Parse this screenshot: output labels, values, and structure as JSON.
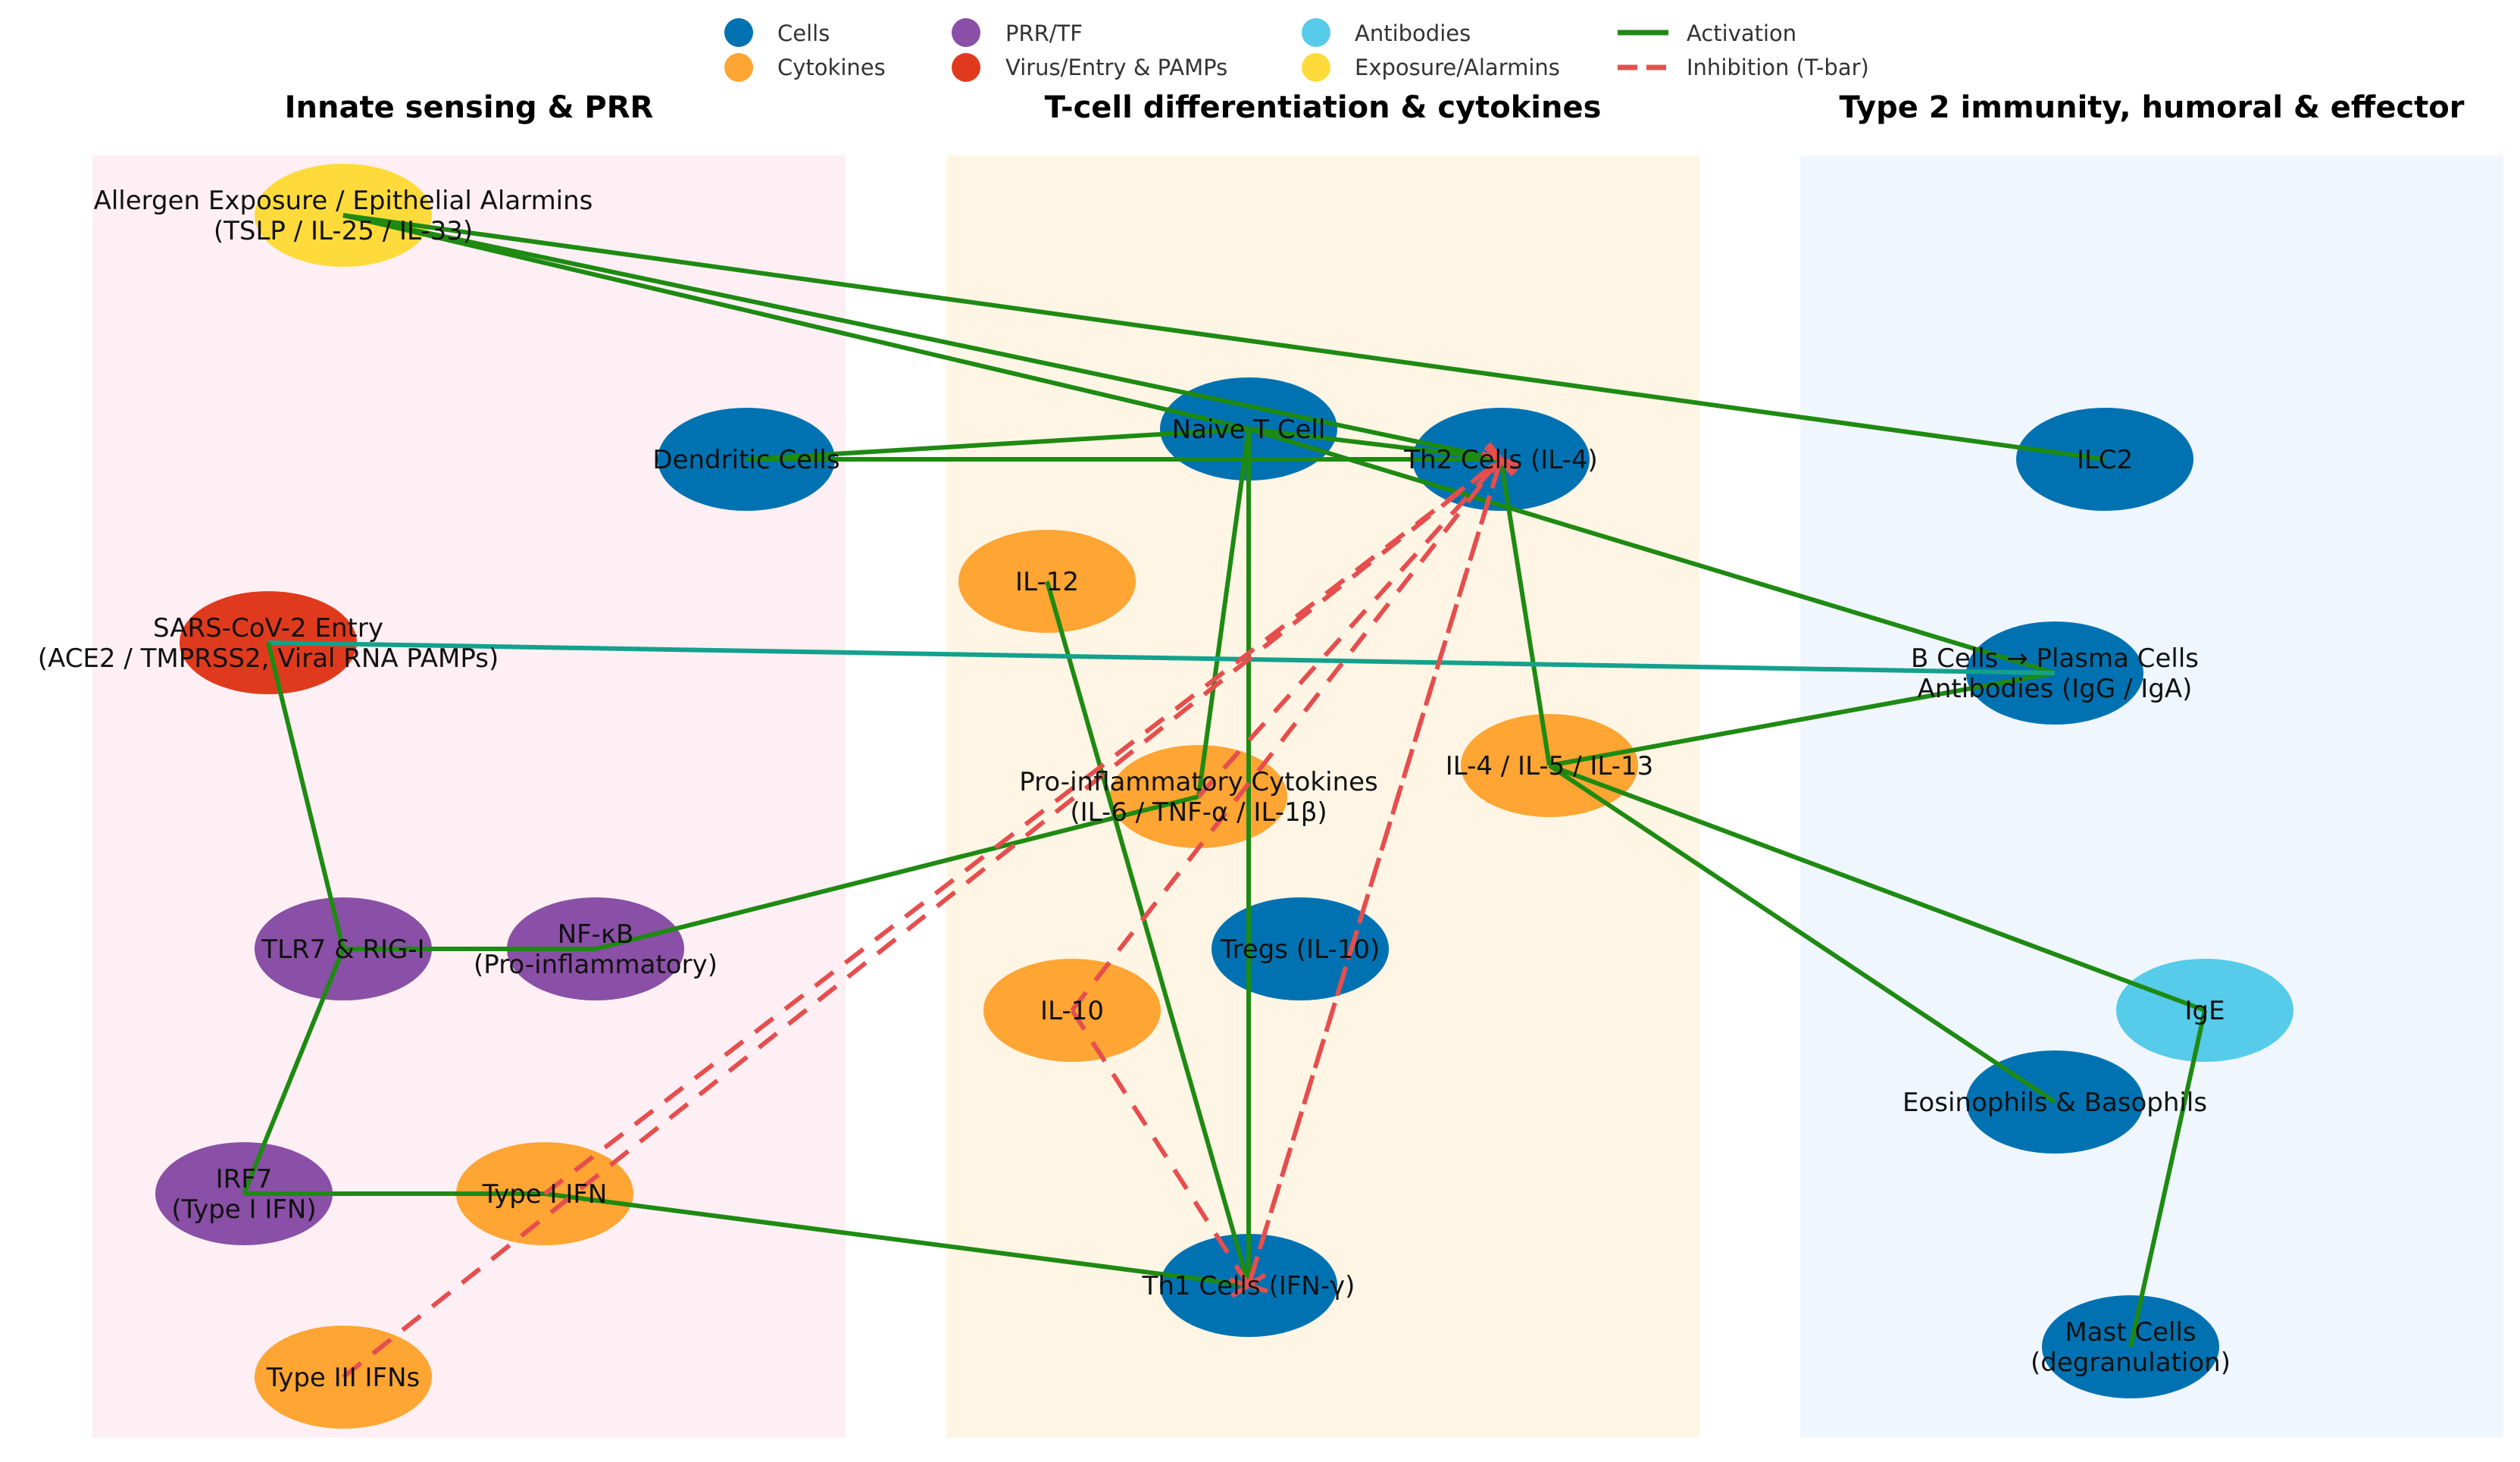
{
  "legend": [
    {
      "kind": "marker",
      "label": "Cells",
      "color": "#0072B2"
    },
    {
      "kind": "marker",
      "label": "Cytokines",
      "color": "#FFA533"
    },
    {
      "kind": "marker",
      "label": "PRR/TF",
      "color": "#8A4FA6"
    },
    {
      "kind": "marker",
      "label": "Virus/Entry & PAMPs",
      "color": "#E03A1E"
    },
    {
      "kind": "marker",
      "label": "Antibodies",
      "color": "#56CBEA"
    },
    {
      "kind": "marker",
      "label": "Exposure/Alarmins",
      "color": "#FEDB3A"
    },
    {
      "kind": "line",
      "label": "Activation",
      "color": "#1E8A12"
    },
    {
      "kind": "dash",
      "label": "Inhibition (T-bar)",
      "color": "#E64E4E"
    }
  ],
  "panels": [
    {
      "title": "Innate sensing & PRR",
      "color": "#FDEFF3"
    },
    {
      "title": "T-cell differentiation & cytokines",
      "color": "#FEF5E5"
    },
    {
      "title": "Type 2 immunity, humoral & effector",
      "color": "#F0F6FD"
    }
  ],
  "colors": {
    "cells": "#0072B2",
    "cytokines": "#FFA533",
    "prr": "#8A4FA6",
    "virus": "#E03A1E",
    "antibodies": "#56CBEA",
    "exposure": "#FEDB3A",
    "activation": "#1E8A12",
    "inhibition": "#E64E4E",
    "teal": "#13A18D"
  },
  "nodes": [
    {
      "id": "allergen",
      "type": "exposure",
      "lines": [
        "Allergen Exposure / Epithelial Alarmins",
        "(TSLP / IL-25 / IL-33)"
      ]
    },
    {
      "id": "dc",
      "type": "cells",
      "lines": [
        "Dendritic Cells"
      ]
    },
    {
      "id": "naive",
      "type": "cells",
      "lines": [
        "Naive T Cell"
      ]
    },
    {
      "id": "th2",
      "type": "cells",
      "lines": [
        "Th2 Cells (IL-4)"
      ]
    },
    {
      "id": "ilc2",
      "type": "cells",
      "lines": [
        "ILC2"
      ]
    },
    {
      "id": "il12",
      "type": "cytokines",
      "lines": [
        "IL-12"
      ]
    },
    {
      "id": "sars",
      "type": "virus",
      "lines": [
        "SARS-CoV-2 Entry",
        "(ACE2 / TMPRSS2, Viral RNA PAMPs)"
      ]
    },
    {
      "id": "bcells",
      "type": "cells",
      "lines": [
        "B Cells → Plasma Cells",
        "Antibodies (IgG / IgA)"
      ]
    },
    {
      "id": "il4",
      "type": "cytokines",
      "lines": [
        "IL-4 / IL-5 / IL-13"
      ]
    },
    {
      "id": "proinf",
      "type": "cytokines",
      "lines": [
        "Pro-inflammatory Cytokines",
        "(IL-6 / TNF-α / IL-1β)"
      ]
    },
    {
      "id": "tlr7",
      "type": "prr",
      "lines": [
        "TLR7 & RIG-I"
      ]
    },
    {
      "id": "nfkb",
      "type": "prr",
      "lines": [
        "NF-κB",
        "(Pro-inflammatory)"
      ]
    },
    {
      "id": "tregs",
      "type": "cells",
      "lines": [
        "Tregs (IL-10)"
      ]
    },
    {
      "id": "il10",
      "type": "cytokines",
      "lines": [
        "IL-10"
      ]
    },
    {
      "id": "ige",
      "type": "antibodies",
      "lines": [
        "IgE"
      ]
    },
    {
      "id": "eos",
      "type": "cells",
      "lines": [
        "Eosinophils & Basophils"
      ]
    },
    {
      "id": "irf7",
      "type": "prr",
      "lines": [
        "IRF7",
        "(Type I IFN)"
      ]
    },
    {
      "id": "typei",
      "type": "cytokines",
      "lines": [
        "Type I IFN"
      ]
    },
    {
      "id": "th1",
      "type": "cells",
      "lines": [
        "Th1 Cells (IFN-γ)"
      ]
    },
    {
      "id": "typeiii",
      "type": "cytokines",
      "lines": [
        "Type III IFNs"
      ]
    },
    {
      "id": "mast",
      "type": "cells",
      "lines": [
        "Mast Cells",
        "(degranulation)"
      ]
    }
  ],
  "edges": [
    {
      "from": "allergen",
      "to": "naive",
      "kind": "activation"
    },
    {
      "from": "allergen",
      "to": "th2",
      "kind": "activation"
    },
    {
      "from": "allergen",
      "to": "ilc2",
      "kind": "activation"
    },
    {
      "from": "dc",
      "to": "naive",
      "kind": "activation"
    },
    {
      "from": "dc",
      "to": "th2",
      "kind": "activation"
    },
    {
      "from": "naive",
      "to": "th2",
      "kind": "activation"
    },
    {
      "from": "naive",
      "to": "th1",
      "kind": "activation"
    },
    {
      "from": "naive",
      "to": "proinf",
      "kind": "activation"
    },
    {
      "from": "naive",
      "to": "bcells",
      "kind": "activation"
    },
    {
      "from": "th2",
      "to": "il4",
      "kind": "activation"
    },
    {
      "from": "il4",
      "to": "bcells",
      "kind": "activation"
    },
    {
      "from": "il4",
      "to": "ige",
      "kind": "activation"
    },
    {
      "from": "il4",
      "to": "eos",
      "kind": "activation"
    },
    {
      "from": "ige",
      "to": "mast",
      "kind": "activation"
    },
    {
      "from": "il12",
      "to": "th1",
      "kind": "activation"
    },
    {
      "from": "bcells",
      "to": "sars",
      "kind": "teal"
    },
    {
      "from": "sars",
      "to": "tlr7",
      "kind": "activation"
    },
    {
      "from": "tlr7",
      "to": "nfkb",
      "kind": "activation"
    },
    {
      "from": "tlr7",
      "to": "irf7",
      "kind": "activation"
    },
    {
      "from": "irf7",
      "to": "typei",
      "kind": "activation"
    },
    {
      "from": "nfkb",
      "to": "proinf",
      "kind": "activation"
    },
    {
      "from": "typei",
      "to": "th1",
      "kind": "activation"
    },
    {
      "from": "th1",
      "to": "th2",
      "kind": "inhibition"
    },
    {
      "from": "th2",
      "to": "th1",
      "kind": "inhibition"
    },
    {
      "from": "il10",
      "to": "th1",
      "kind": "inhibition"
    },
    {
      "from": "il10",
      "to": "th2",
      "kind": "inhibition"
    },
    {
      "from": "typei",
      "to": "th2",
      "kind": "inhibition"
    },
    {
      "from": "typeiii",
      "to": "th2",
      "kind": "inhibition"
    },
    {
      "from": "proinf",
      "to": "th2",
      "kind": "inhibition"
    }
  ]
}
